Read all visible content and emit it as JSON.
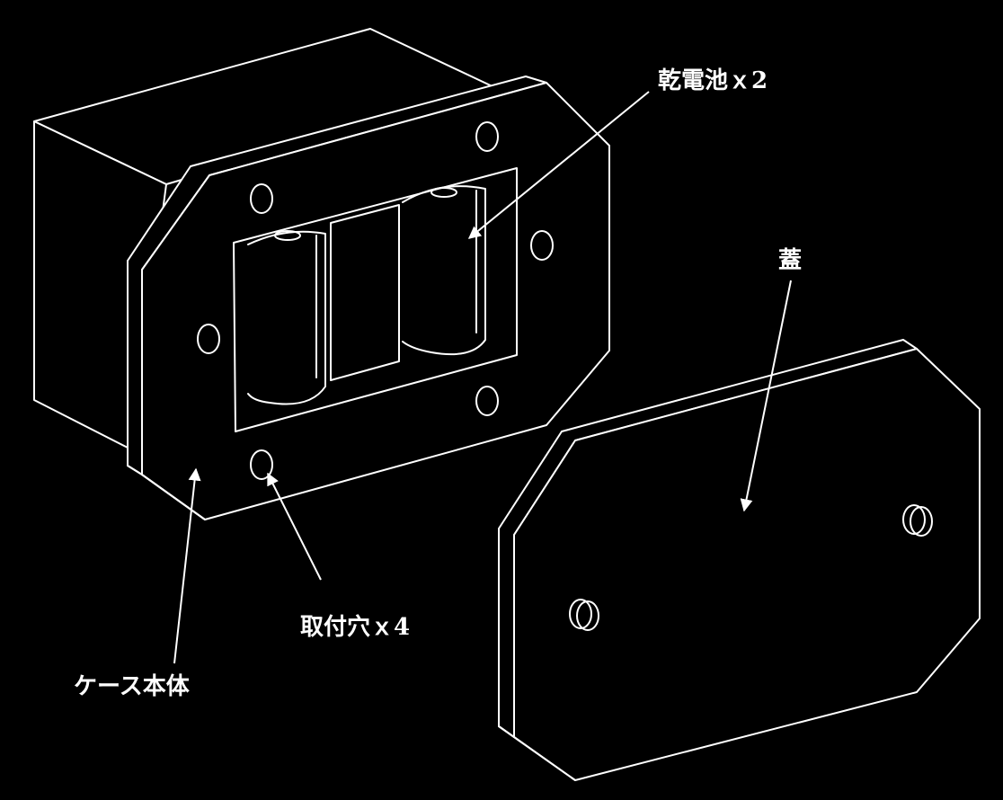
{
  "labels": {
    "batteries": "乾電池ｘ2",
    "lid": "蓋",
    "mounting_holes": "取付穴ｘ4",
    "case_body": "ケース本体"
  },
  "colors": {
    "background": "#000000",
    "line": "#ffffff"
  }
}
